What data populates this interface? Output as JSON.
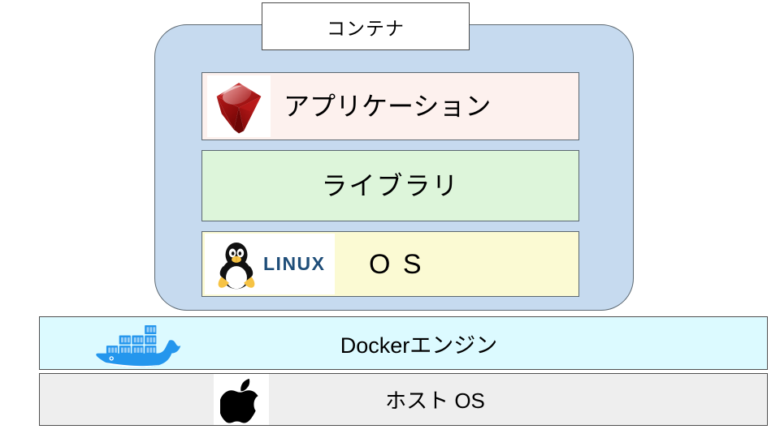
{
  "diagram": {
    "title": "Docker container architecture diagram",
    "container": {
      "label": "コンテナ",
      "fill_color": "#c6daef",
      "border_color": "#5b6770",
      "rows": [
        {
          "name": "application",
          "label": "アプリケーション",
          "icon": "ruby-logo",
          "fill_color": "#fdf1ee"
        },
        {
          "name": "library",
          "label": "ライブラリ",
          "icon": "",
          "fill_color": "#ddf5da"
        },
        {
          "name": "os",
          "label": "O S",
          "icon": "linux-logo",
          "icon_label": "LINUX",
          "fill_color": "#fbfad3"
        }
      ]
    },
    "bottom_rows": [
      {
        "name": "docker-engine",
        "label": "Dockerエンジン",
        "icon": "docker-whale-logo",
        "fill_color": "#dcfaff"
      },
      {
        "name": "host-os",
        "label": "ホスト OS",
        "icon": "apple-logo",
        "fill_color": "#eeeeee"
      }
    ],
    "colors": {
      "ruby_red": "#c41e1e",
      "docker_blue": "#2496ed",
      "linux_text": "#1f4e79",
      "tux_yellow": "#f6c344"
    }
  }
}
